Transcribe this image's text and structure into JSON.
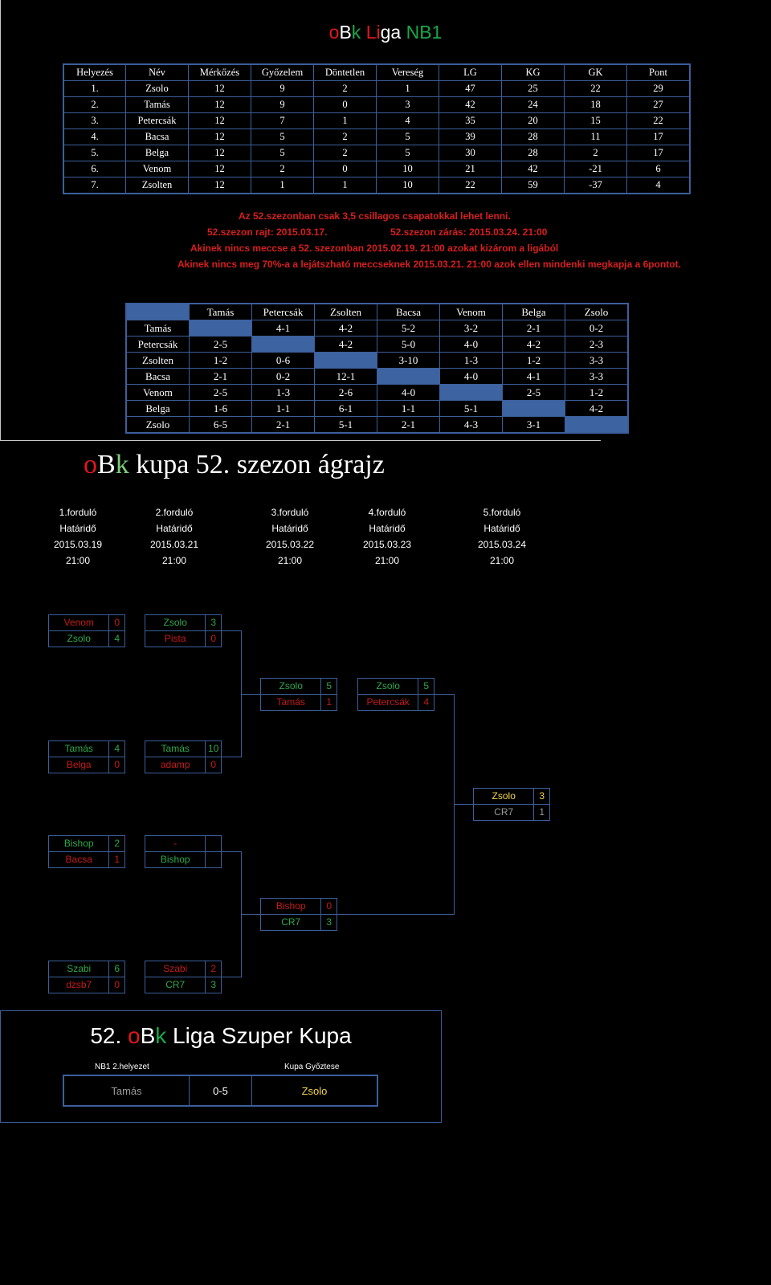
{
  "liga_title": {
    "o": "o",
    "B": "B",
    "k": "k",
    "Li": "Li",
    "ga": "ga",
    "NB1": "NB1"
  },
  "standings": {
    "headers": [
      "Helyezés",
      "Név",
      "Mérkőzés",
      "Győzelem",
      "Döntetlen",
      "Vereség",
      "LG",
      "KG",
      "GK",
      "Pont"
    ],
    "rows": [
      [
        "1.",
        "Zsolo",
        "12",
        "9",
        "2",
        "1",
        "47",
        "25",
        "22",
        "29"
      ],
      [
        "2.",
        "Tamás",
        "12",
        "9",
        "0",
        "3",
        "42",
        "24",
        "18",
        "27"
      ],
      [
        "3.",
        "Petercsák",
        "12",
        "7",
        "1",
        "4",
        "35",
        "20",
        "15",
        "22"
      ],
      [
        "4.",
        "Bacsa",
        "12",
        "5",
        "2",
        "5",
        "39",
        "28",
        "11",
        "17"
      ],
      [
        "5.",
        "Belga",
        "12",
        "5",
        "2",
        "5",
        "30",
        "28",
        "2",
        "17"
      ],
      [
        "6.",
        "Venom",
        "12",
        "2",
        "0",
        "10",
        "21",
        "42",
        "-21",
        "6"
      ],
      [
        "7.",
        "Zsolten",
        "12",
        "1",
        "1",
        "10",
        "22",
        "59",
        "-37",
        "4"
      ]
    ]
  },
  "notes": {
    "line1": "Az 52.szezonban csak 3,5 csillagos csapatokkal lehet lenni.",
    "line2a": "52.szezon rajt: 2015.03.17.",
    "line2b": "52.szezon zárás: 2015.03.24. 21:00",
    "line3": "Akinek nincs meccse a 52. szezonban 2015.02.19. 21:00 azokat kizárom a ligából",
    "line4": "Akinek nincs meg 70%-a a lejátszható meccseknek 2015.03.21. 21:00 azok ellen mindenki megkapja a 6pontot."
  },
  "matrix": {
    "columns": [
      "Tamás",
      "Petercsák",
      "Zsolten",
      "Bacsa",
      "Venom",
      "Belga",
      "Zsolo"
    ],
    "rows": [
      {
        "team": "Tamás",
        "cells": [
          "",
          "4-1",
          "4-2",
          "5-2",
          "3-2",
          "2-1",
          "0-2"
        ]
      },
      {
        "team": "Petercsák",
        "cells": [
          "2-5",
          "",
          "4-2",
          "5-0",
          "4-0",
          "4-2",
          "2-3"
        ]
      },
      {
        "team": "Zsolten",
        "cells": [
          "1-2",
          "0-6",
          "",
          "3-10",
          "1-3",
          "1-2",
          "3-3"
        ]
      },
      {
        "team": "Bacsa",
        "cells": [
          "2-1",
          "0-2",
          "12-1",
          "",
          "4-0",
          "4-1",
          "3-3"
        ]
      },
      {
        "team": "Venom",
        "cells": [
          "2-5",
          "1-3",
          "2-6",
          "4-0",
          "",
          "2-5",
          "1-2"
        ]
      },
      {
        "team": "Belga",
        "cells": [
          "1-6",
          "1-1",
          "6-1",
          "1-1",
          "5-1",
          "",
          "4-2"
        ]
      },
      {
        "team": "Zsolo",
        "cells": [
          "6-5",
          "2-1",
          "5-1",
          "2-1",
          "4-3",
          "3-1",
          ""
        ]
      }
    ]
  },
  "kupa_title": {
    "o": "o",
    "B": "B",
    "k": "k",
    "rest": " kupa 52. szezon ágrajz"
  },
  "rounds": [
    {
      "name": "1.forduló",
      "label": "Határidő",
      "date": "2015.03.19",
      "time": "21:00"
    },
    {
      "name": "2.forduló",
      "label": "Határidő",
      "date": "2015.03.21",
      "time": "21:00"
    },
    {
      "name": "3.forduló",
      "label": "Határidő",
      "date": "2015.03.22",
      "time": "21:00"
    },
    {
      "name": "4.forduló",
      "label": "Határidő",
      "date": "2015.03.23",
      "time": "21:00"
    },
    {
      "name": "5.forduló",
      "label": "Határidő",
      "date": "2015.03.24",
      "time": "21:00"
    }
  ],
  "bracket": {
    "r1m1": [
      {
        "n": "Venom",
        "s": "0"
      },
      {
        "n": "Zsolo",
        "s": "4"
      }
    ],
    "r1m2": [
      {
        "n": "Tamás",
        "s": "4"
      },
      {
        "n": "Belga",
        "s": "0"
      }
    ],
    "r1m3": [
      {
        "n": "Bishop",
        "s": "2"
      },
      {
        "n": "Bacsa",
        "s": "1"
      }
    ],
    "r1m4": [
      {
        "n": "Szabi",
        "s": "6"
      },
      {
        "n": "dzsb7",
        "s": "0"
      }
    ],
    "r2m1": [
      {
        "n": "Zsolo",
        "s": "3"
      },
      {
        "n": "Pista",
        "s": "0"
      }
    ],
    "r2m2": [
      {
        "n": "Tamás",
        "s": "10"
      },
      {
        "n": "adamp",
        "s": "0"
      }
    ],
    "r2m3": [
      {
        "n": "-",
        "s": ""
      },
      {
        "n": "Bishop",
        "s": ""
      }
    ],
    "r2m4": [
      {
        "n": "Szabi",
        "s": "2"
      },
      {
        "n": "CR7",
        "s": "3"
      }
    ],
    "r3m1": [
      {
        "n": "Zsolo",
        "s": "5"
      },
      {
        "n": "Tamás",
        "s": "1"
      }
    ],
    "r3m2": [
      {
        "n": "Bishop",
        "s": "0"
      },
      {
        "n": "CR7",
        "s": "3"
      }
    ],
    "r4m1": [
      {
        "n": "Zsolo",
        "s": "5"
      },
      {
        "n": "Petercsák",
        "s": "4"
      }
    ],
    "final": [
      {
        "n": "Zsolo",
        "s": "3"
      },
      {
        "n": "CR7",
        "s": "1"
      }
    ]
  },
  "super_cup": {
    "num": "52. ",
    "o": "o",
    "B": "B",
    "k": "k",
    "rest": " Liga Szuper Kupa",
    "label_left": "NB1 2.helyezet",
    "label_right": "Kupa Győztese",
    "team_left": "Tamás",
    "score": "0-5",
    "team_right": "Zsolo"
  }
}
